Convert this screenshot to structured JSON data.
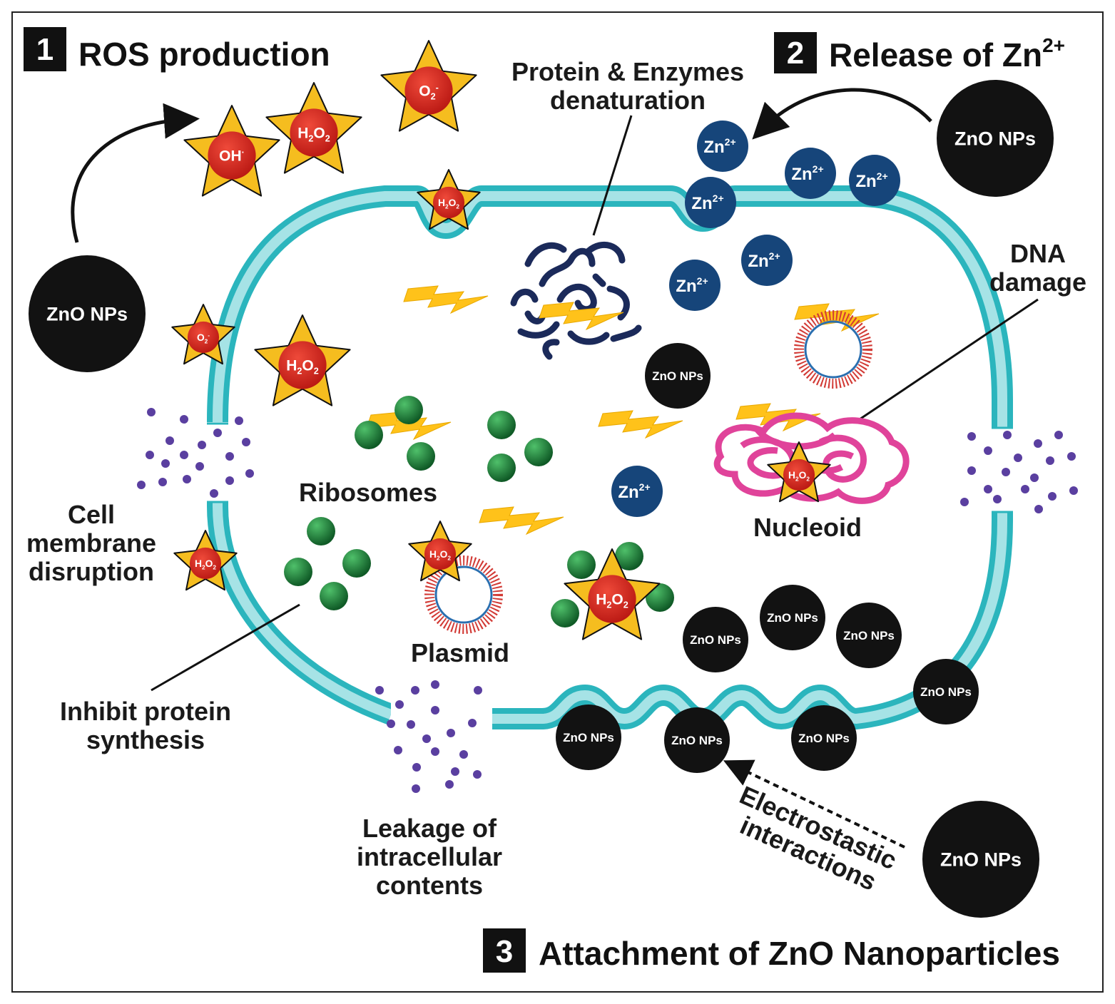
{
  "headings": {
    "h1": {
      "number": "1",
      "text": "ROS production"
    },
    "h2": {
      "number": "2",
      "text": "Release of Zn",
      "sup": "2+"
    },
    "h3": {
      "number": "3",
      "text": "Attachment of ZnO Nanoparticles"
    }
  },
  "labels": {
    "protein_1": "Protein & Enzymes",
    "protein_2": "denaturation",
    "dna_1": "DNA",
    "dna_2": "damage",
    "cell_1": "Cell",
    "cell_2": "membrane",
    "cell_3": "disruption",
    "ribosomes": "Ribosomes",
    "plasmid": "Plasmid",
    "nucleoid": "Nucleoid",
    "inhibit_1": "Inhibit protein",
    "inhibit_2": "synthesis",
    "leakage_1": "Leakage of",
    "leakage_2": "intracellular",
    "leakage_3": "contents",
    "electro_1": "Electrostastic",
    "electro_2": "interactions"
  },
  "particles": {
    "zno": "ZnO NPs",
    "zn_base": "Zn",
    "zn_sup": "2+"
  },
  "ros": {
    "oh": "OH",
    "oh_sup": "·",
    "h2o2_h": "H",
    "h2o2_sub1": "2",
    "h2o2_o": "O",
    "h2o2_sub2": "2",
    "o2": "O",
    "o2_sub": "2",
    "o2_sup": "-"
  },
  "colors": {
    "membrane_outer": "#2bb5bd",
    "membrane_inner": "#a6e3e6",
    "zn_ion": "#16457a",
    "ros_star": "#f5bd1f",
    "ros_core": "#d7261e",
    "ribosome": "#1f7a3a",
    "nucleoid": "#e0439a",
    "protein": "#1b2a5a",
    "lightning": "#ffc21a",
    "leak_dot": "#5a3fa0",
    "zno": "#121212"
  }
}
